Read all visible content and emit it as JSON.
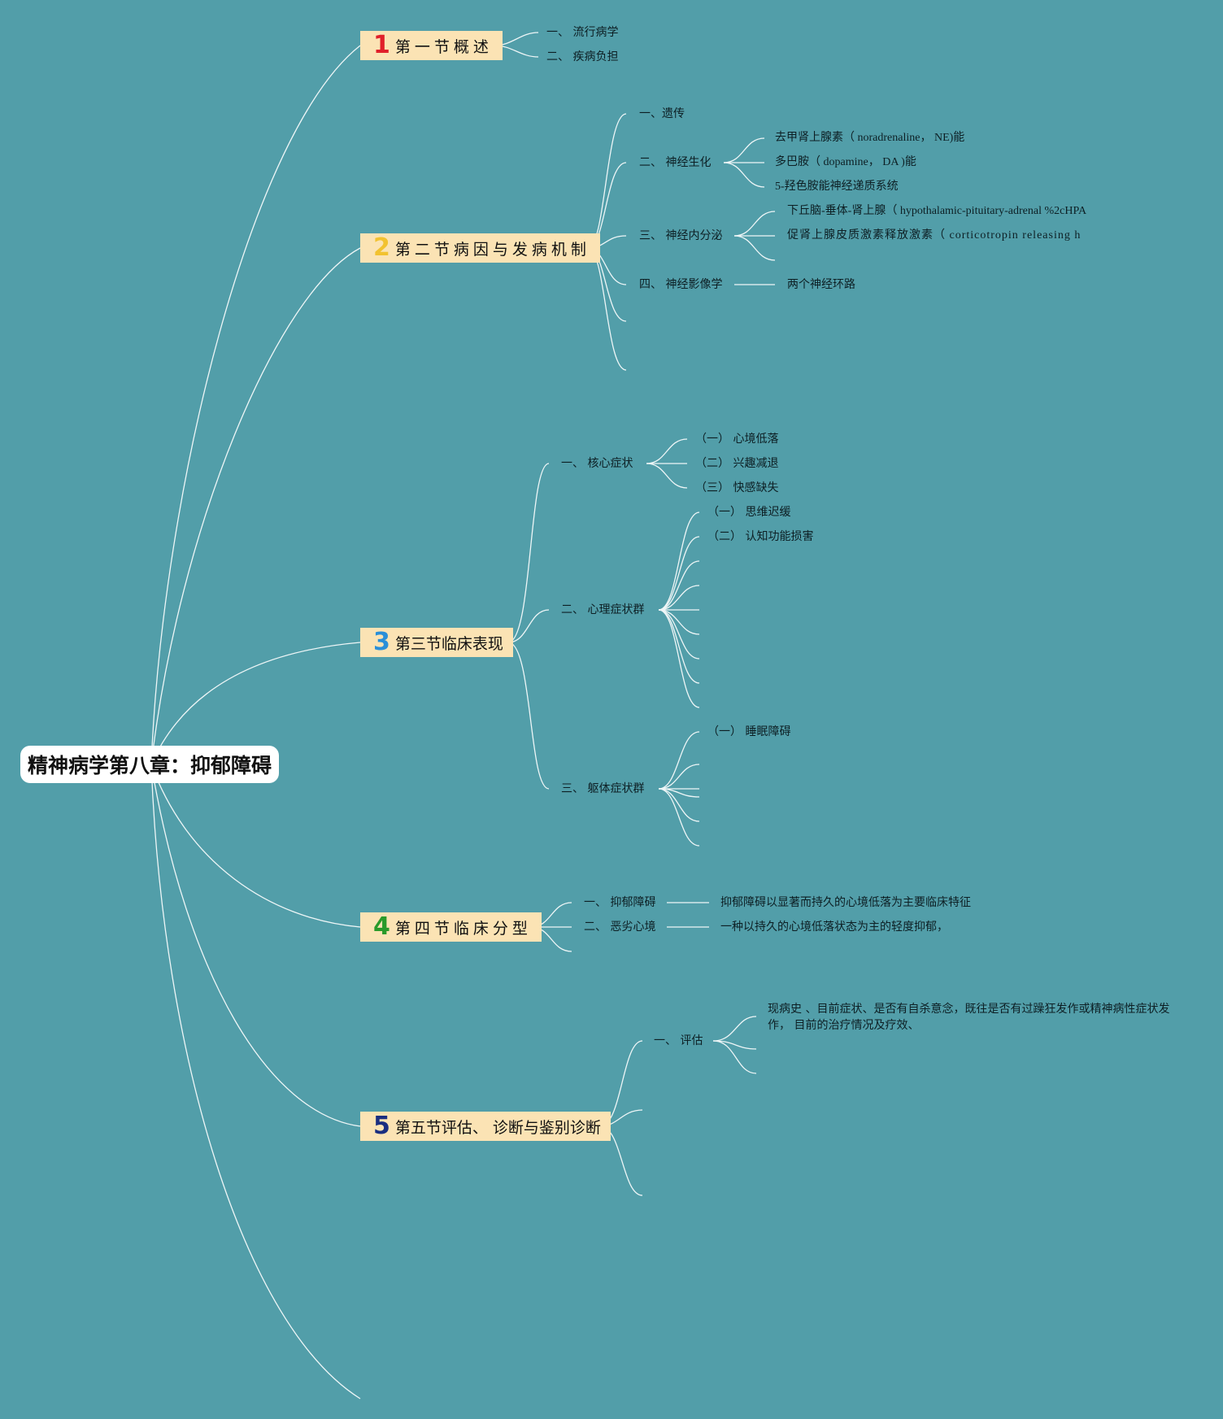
{
  "root": {
    "title": "精神病学第八章：抑郁障碍"
  },
  "colors": {
    "background": "#529ea9",
    "section_box": "#fbe3b4",
    "line": "#eef6f7"
  },
  "sections": [
    {
      "num": "1",
      "num_color": "#e0202a",
      "title": "第一节概述",
      "items": [
        "一、 流行病学",
        "二、 疾病负担"
      ]
    },
    {
      "num": "2",
      "num_color": "#f2c230",
      "title": "第二节病因与发病机制",
      "items": [
        "一、遗传",
        "二、 神经生化",
        "三、 神经内分泌",
        "四、 神经影像学"
      ],
      "neurochem": [
        "去甲肾上腺素（ noradrenaline， NE)能",
        "多巴胺（ dopamine， DA )能",
        "5-羟色胺能神经递质系统"
      ],
      "endocrine": [
        "下丘脑-垂体-肾上腺（ hypothalamic-pituitary-adrenal %2cHPA",
        "促肾上腺皮质激素释放激素（ corticotropin releasing h"
      ],
      "imaging": [
        "两个神经环路"
      ]
    },
    {
      "num": "3",
      "num_color": "#2a8fd8",
      "title": "第三节临床表现",
      "items": [
        "一、 核心症状",
        "二、 心理症状群",
        "三、 躯体症状群"
      ],
      "core": [
        "（一） 心境低落",
        "（二） 兴趣减退",
        "（三） 快感缺失"
      ],
      "psych": [
        "（一） 思维迟缓",
        "（二） 认知功能损害"
      ],
      "somatic": [
        "（一） 睡眠障碍"
      ]
    },
    {
      "num": "4",
      "num_color": "#2a9a2a",
      "title": "第四节临床分型",
      "items": [
        "一、 抑郁障碍",
        "二、 恶劣心境"
      ],
      "desc": [
        "抑郁障碍以显著而持久的心境低落为主要临床特征",
        "一种以持久的心境低落状态为主的轻度抑郁，"
      ]
    },
    {
      "num": "5",
      "num_color": "#1a2e80",
      "title": "第五节评估、 诊断与鉴别诊断",
      "items": [
        "一、 评估"
      ],
      "assess": [
        "现病史 、目前症状、是否有自杀意念，既往是否有过躁狂发作或精神病性症状发作， 目前的治疗情况及疗效、"
      ]
    }
  ]
}
